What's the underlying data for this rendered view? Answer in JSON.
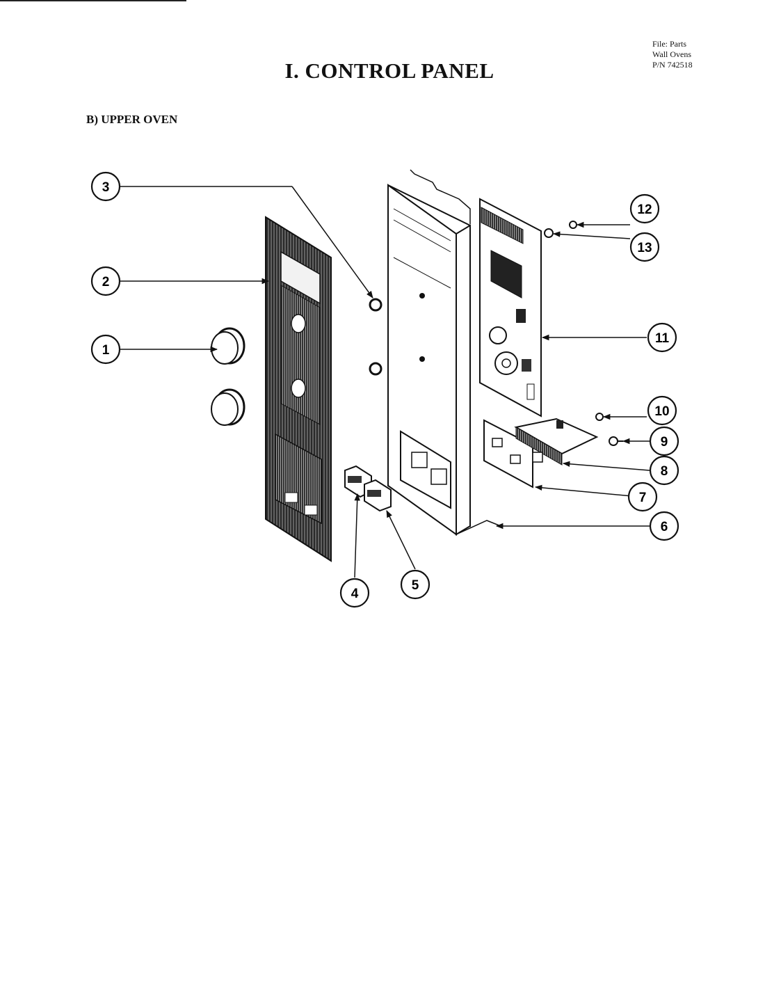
{
  "header": {
    "file_lines": [
      "File: Parts",
      "Wall Ovens",
      "P/N 742518"
    ],
    "title": "I. CONTROL PANEL",
    "section": "B) UPPER OVEN"
  },
  "diagram": {
    "callouts": [
      {
        "id": "1",
        "label": "1"
      },
      {
        "id": "2",
        "label": "2"
      },
      {
        "id": "3",
        "label": "3"
      },
      {
        "id": "4",
        "label": "4"
      },
      {
        "id": "5",
        "label": "5"
      },
      {
        "id": "6",
        "label": "6"
      },
      {
        "id": "7",
        "label": "7"
      },
      {
        "id": "8",
        "label": "8"
      },
      {
        "id": "9",
        "label": "9"
      },
      {
        "id": "10",
        "label": "10"
      },
      {
        "id": "11",
        "label": "11"
      },
      {
        "id": "12",
        "label": "12"
      },
      {
        "id": "13",
        "label": "13"
      }
    ]
  }
}
